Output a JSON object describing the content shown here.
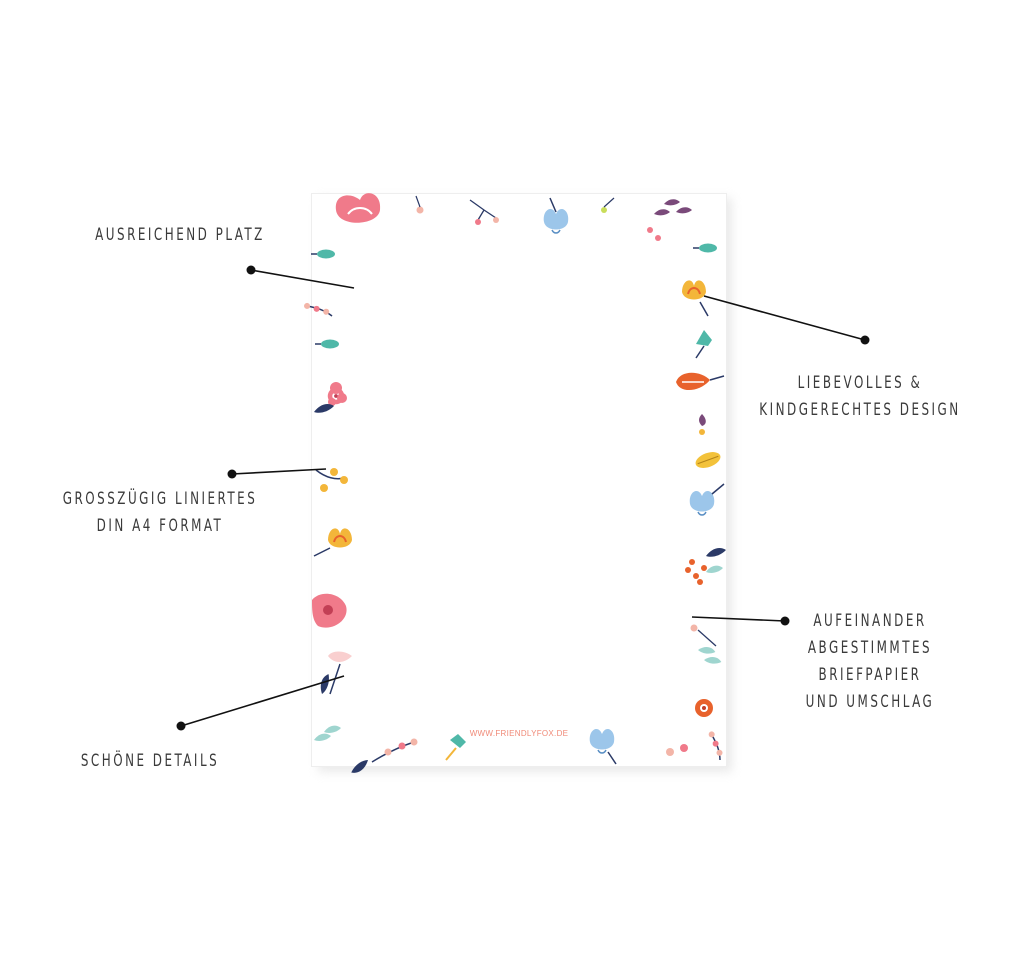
{
  "callouts": {
    "space": "AUSREICHEND PLATZ",
    "lined_line1": "GROßZÜGIG LINIERTES",
    "lined_line2": "DIN A4 FORMAT",
    "details": "SCHÖNE DETAILS",
    "design_line1": "LIEBEVOLLES  &",
    "design_line2": "KINDGERECHTES DESIGN",
    "matching_line1": "AUFEINANDER",
    "matching_line2": "ABGESTIMMTES",
    "matching_line3": "BRIEFPAPIER",
    "matching_line4": "UND UMSCHLAG"
  },
  "paper": {
    "footer_url": "WWW.FRIENDLYFOX.DE"
  },
  "colors": {
    "background": "#ffffff",
    "label_text": "#3a3a3a",
    "pointer": "#111111",
    "url": "#f08a78",
    "flower_pink": "#f07a8a",
    "flower_blue": "#9cc6ea",
    "flower_yellow": "#f3b63a",
    "flower_orange": "#e8622c",
    "leaf_teal": "#4fb8a8",
    "leaf_navy": "#2b3a67",
    "leaf_plum": "#7a4a7a"
  }
}
